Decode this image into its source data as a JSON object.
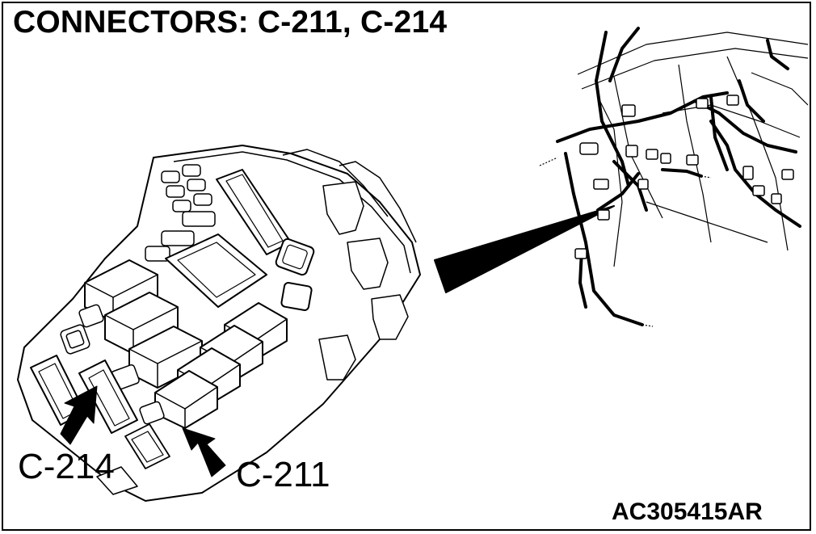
{
  "title": "CONNECTORS: C-211, C-214",
  "callouts": {
    "c214": "C-214",
    "c211": "C-211"
  },
  "figure_code": "AC305415AR"
}
